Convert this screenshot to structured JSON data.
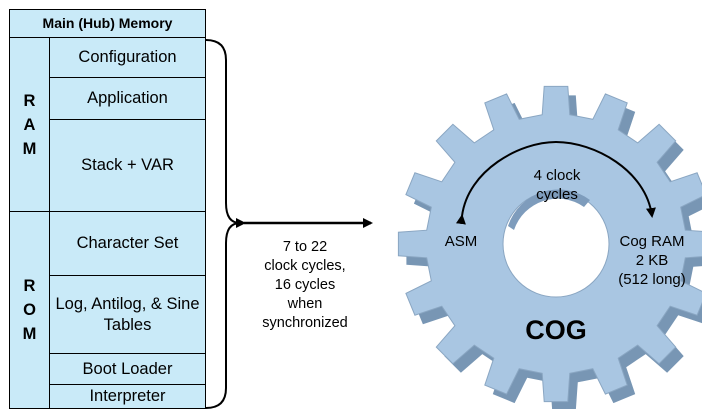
{
  "memory": {
    "title": "Main (Hub) Memory",
    "ram_label": "RAM",
    "rom_label": "ROM",
    "ram_blocks": [
      "Configuration",
      "Application",
      "Stack + VAR"
    ],
    "rom_blocks": [
      "Character Set",
      "Log, Antilog, & Sine Tables",
      "Boot Loader",
      "Interpreter"
    ]
  },
  "link": {
    "text": [
      "7 to 22",
      "clock cycles,",
      "16 cycles",
      "when",
      "synchronized"
    ]
  },
  "cog": {
    "title": "COG",
    "cycle_text": [
      "4 clock",
      "cycles"
    ],
    "left_label": "ASM",
    "right_label": [
      "Cog RAM",
      "2 KB",
      "(512 long)"
    ],
    "color": "#a9c6e2"
  }
}
